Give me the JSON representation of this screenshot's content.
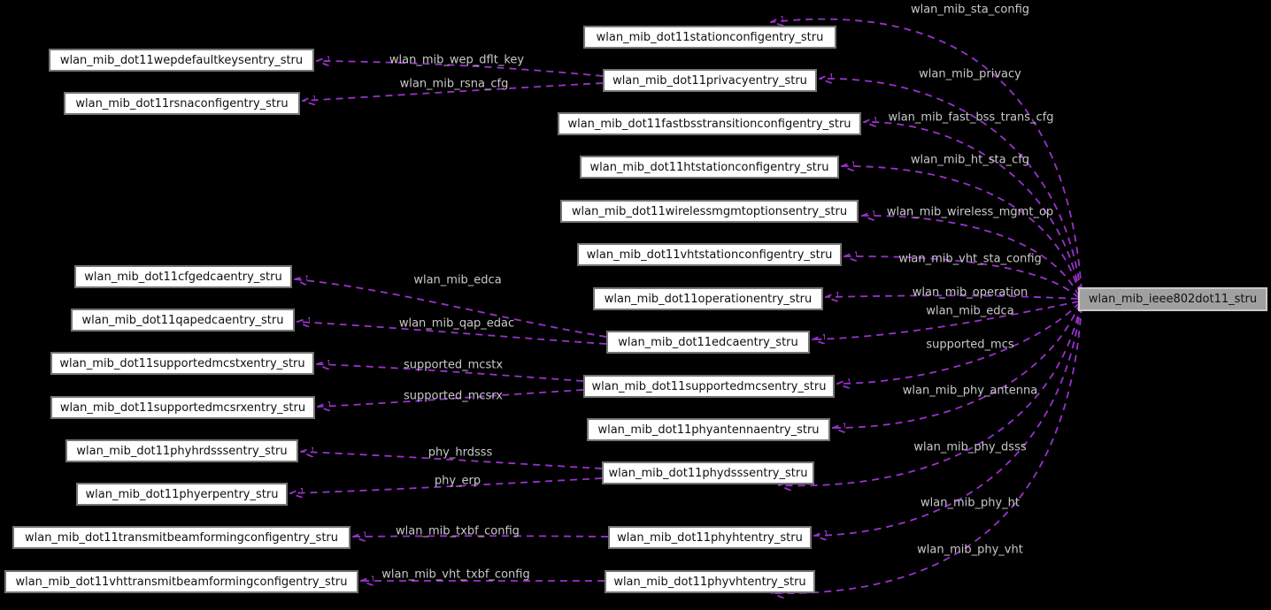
{
  "diagram_type": "doxygen-collaboration-graph",
  "colors": {
    "background": "#000000",
    "edge": "#9a32cd",
    "edge_label_text": "#c9c9c9",
    "node_fill": "#ffffff",
    "node_border": "#757575",
    "node_text": "#111111",
    "main_node_fill": "#a0a0a0",
    "main_node_border": "#c8c8c8"
  },
  "nodes": {
    "main": {
      "label": "wlan_mib_ieee802dot11_stru"
    },
    "middle": [
      {
        "label": "wlan_mib_dot11stationconfigentry_stru"
      },
      {
        "label": "wlan_mib_dot11privacyentry_stru"
      },
      {
        "label": "wlan_mib_dot11fastbsstransitionconfigentry_stru"
      },
      {
        "label": "wlan_mib_dot11htstationconfigentry_stru"
      },
      {
        "label": "wlan_mib_dot11wirelessmgmtoptionsentry_stru"
      },
      {
        "label": "wlan_mib_dot11vhtstationconfigentry_stru"
      },
      {
        "label": "wlan_mib_dot11operationentry_stru"
      },
      {
        "label": "wlan_mib_dot11edcaentry_stru"
      },
      {
        "label": "wlan_mib_dot11supportedmcsentry_stru"
      },
      {
        "label": "wlan_mib_dot11phyantennaentry_stru"
      },
      {
        "label": "wlan_mib_dot11phydsssentry_stru"
      },
      {
        "label": "wlan_mib_dot11phyhtentry_stru"
      },
      {
        "label": "wlan_mib_dot11phyvhtentry_stru"
      }
    ],
    "left": [
      {
        "label": "wlan_mib_dot11wepdefaultkeysentry_stru"
      },
      {
        "label": "wlan_mib_dot11rsnaconfigentry_stru"
      },
      {
        "label": "wlan_mib_dot11cfgedcaentry_stru"
      },
      {
        "label": "wlan_mib_dot11qapedcaentry_stru"
      },
      {
        "label": "wlan_mib_dot11supportedmcstxentry_stru"
      },
      {
        "label": "wlan_mib_dot11supportedmcsrxentry_stru"
      },
      {
        "label": "wlan_mib_dot11phyhrdsssentry_stru"
      },
      {
        "label": "wlan_mib_dot11phyerpentry_stru"
      },
      {
        "label": "wlan_mib_dot11transmitbeamformingconfigentry_stru"
      },
      {
        "label": "wlan_mib_dot11vhttransmitbeamformingconfigentry_stru"
      }
    ]
  },
  "edges": {
    "to_middle": [
      {
        "label": "wlan_mib_sta_config"
      },
      {
        "label": "wlan_mib_privacy"
      },
      {
        "label": "wlan_mib_fast_bss_trans_cfg"
      },
      {
        "label": "wlan_mib_ht_sta_cfg"
      },
      {
        "label": "wlan_mib_wireless_mgmt_op"
      },
      {
        "label": "wlan_mib_vht_sta_config"
      },
      {
        "label": "wlan_mib_operation"
      },
      {
        "label": "wlan_mib_edca"
      },
      {
        "label": "supported_mcs"
      },
      {
        "label": "wlan_mib_phy_antenna"
      },
      {
        "label": "wlan_mib_phy_dsss"
      },
      {
        "label": "wlan_mib_phy_ht"
      },
      {
        "label": "wlan_mib_phy_vht"
      }
    ],
    "to_left": [
      {
        "label": "wlan_mib_wep_dflt_key"
      },
      {
        "label": "wlan_mib_rsna_cfg"
      },
      {
        "label": "wlan_mib_edca"
      },
      {
        "label": "wlan_mib_qap_edac"
      },
      {
        "label": "supported_mcstx"
      },
      {
        "label": "supported_mcsrx"
      },
      {
        "label": "phy_hrdsss"
      },
      {
        "label": "phy_erp"
      },
      {
        "label": "wlan_mib_txbf_config"
      },
      {
        "label": "wlan_mib_vht_txbf_config"
      }
    ]
  }
}
